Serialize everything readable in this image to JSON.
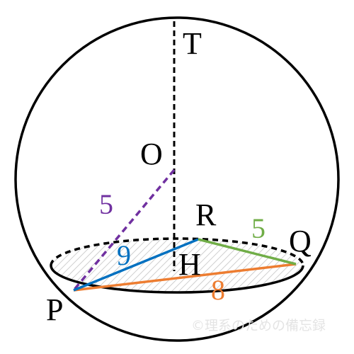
{
  "points": {
    "T": "T",
    "O": "O",
    "R": "R",
    "Q": "Q",
    "H": "H",
    "P": "P"
  },
  "lengths": {
    "OP": "5",
    "PR": "9",
    "RQ": "5",
    "PQ": "8"
  },
  "colors": {
    "OP": "#7030a0",
    "PR": "#0070c0",
    "RQ": "#70ad47",
    "PQ": "#ed7d31",
    "outline": "#000000"
  },
  "watermark": "©理系のための備忘録"
}
